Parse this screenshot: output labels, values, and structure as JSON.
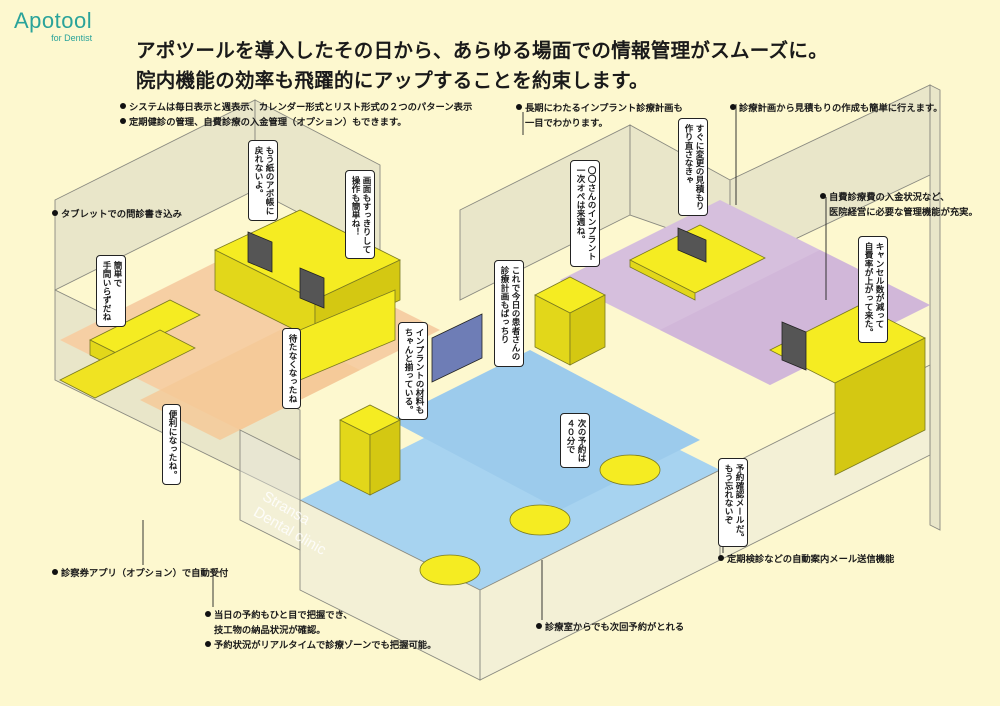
{
  "logo": {
    "main": "Apotool",
    "sub": "for Dentist"
  },
  "headline": {
    "line1": "アポツールを導入したその日から、あらゆる場面での情報管理がスムーズに。",
    "line2": "院内機能の効率も飛躍的にアップすることを約束します。"
  },
  "notes": {
    "reception_1": "システムは毎日表示と週表示、カレンダー形式とリスト形式の２つのパターン表示",
    "reception_2": "定期健診の管理、自費診療の入金管理（オプション）もできます。",
    "tablet": "タブレットでの問診書き込み",
    "implant_1": "長期にわたるインプラント診療計画も",
    "implant_2": "一目でわかります。",
    "estimate": "診療計画から見積もりの作成も簡単に行えます。",
    "payment_1": "自費診療費の入金状況など、",
    "payment_2": "医院経営に必要な管理機能が充実。",
    "app": "診察券アプリ（オプション）で自動受付",
    "today_1": "当日の予約もひと目で把握でき、",
    "today_2": "技工物の納品状況が確認。",
    "today_3": "予約状況がリアルタイムで診療ゾーンでも把握可能。",
    "treatment": "診療室からでも次回予約がとれる",
    "mail": "定期検診などの自動案内メール送信機能"
  },
  "bubbles": {
    "paper": "もう紙のアポ帳に\n戻れないよ。",
    "operation": "画面もすっきりして\n操作も簡単ね！",
    "simple": "簡単で\n手間いらずだね",
    "wait": "待たなくなったね",
    "convenient": "便利になったね。",
    "material": "インプラントの材料も\nちゃんと揃っている。",
    "plan": "これで今日の患者さんの\n診療計画もばっちり",
    "implant": "〇〇さんのインプラント\n一次オペは来週ね。",
    "reset": "すぐに変更の見積もり\n作り直さなきゃ",
    "cancel": "キャンセル数が減って\n自費率が上がって来た。",
    "next": "次の予約は\n４０分で",
    "mail": "予約確認メールだ。\nもう忘れないぞ"
  },
  "watermark": {
    "line1": "Stransa",
    "line2": "Dental clinic"
  },
  "colors": {
    "background": "#fdf8cf",
    "reception_floor": "#f6cfa4",
    "treatment_floor": "#a7d3f0",
    "office_floor": "#d6bfdd",
    "furniture": "#f5ec22",
    "accent": "#2aa39a"
  }
}
